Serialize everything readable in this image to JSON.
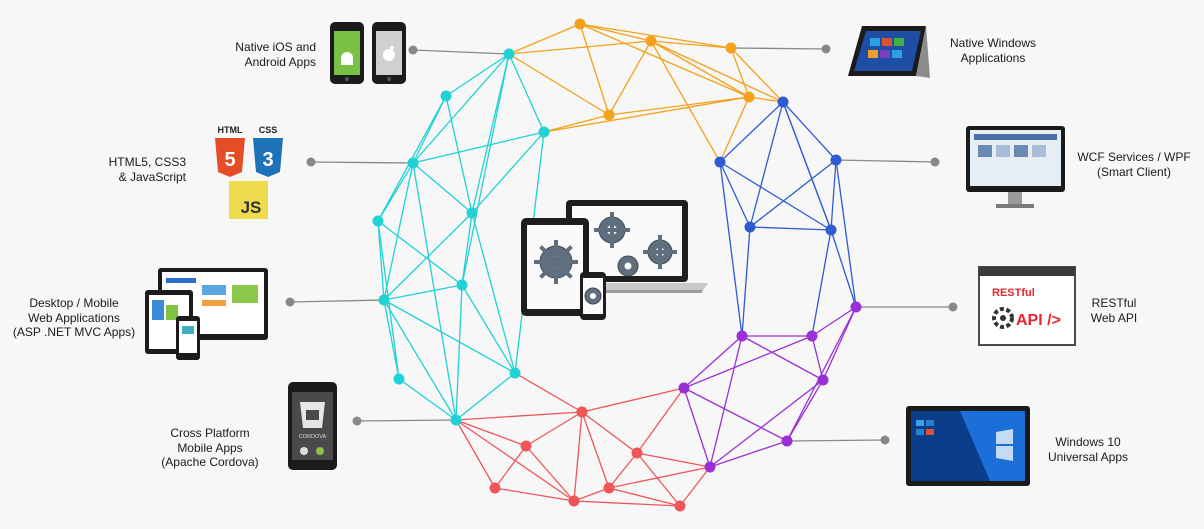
{
  "colors": {
    "background": "#f7f7f7",
    "connector": "#888888",
    "cyan": "#1fd2d6",
    "orange": "#f4a11b",
    "blue": "#2f5bd1",
    "purple": "#9b2fd6",
    "red": "#f0555a"
  },
  "platforms": [
    {
      "id": "native-ios-android",
      "label": "Native iOS and\nAndroid Apps",
      "icon": "phones-android-apple-icon"
    },
    {
      "id": "html5-css3-js",
      "label": "HTML5, CSS3\n& JavaScript",
      "icon": "html5-css3-js-icon"
    },
    {
      "id": "desktop-mobile-web",
      "label": "Desktop / Mobile\nWeb Applications\n(ASP .NET MVC Apps)",
      "icon": "responsive-devices-icon"
    },
    {
      "id": "cross-platform-mobile",
      "label": "Cross Platform\nMobile Apps\n(Apache Cordova)",
      "icon": "cordova-phone-icon"
    },
    {
      "id": "native-windows",
      "label": "Native Windows\nApplications",
      "icon": "windows-tablet-icon"
    },
    {
      "id": "wcf-wpf",
      "label": "WCF Services / WPF\n(Smart Client)",
      "icon": "monitor-icon"
    },
    {
      "id": "restful-web-api",
      "label": "RESTful\nWeb API",
      "icon": "api-window-icon"
    },
    {
      "id": "windows-10-universal",
      "label": "Windows 10\nUniversal Apps",
      "icon": "windows10-laptop-icon"
    }
  ],
  "logos": {
    "html_badge": "HTML",
    "css_badge": "CSS",
    "html_num": "5",
    "css_num": "3",
    "js_badge": "JS",
    "restful_title": "RESTful",
    "api_text": "API />",
    "cordova_text": "CORDOVA"
  }
}
